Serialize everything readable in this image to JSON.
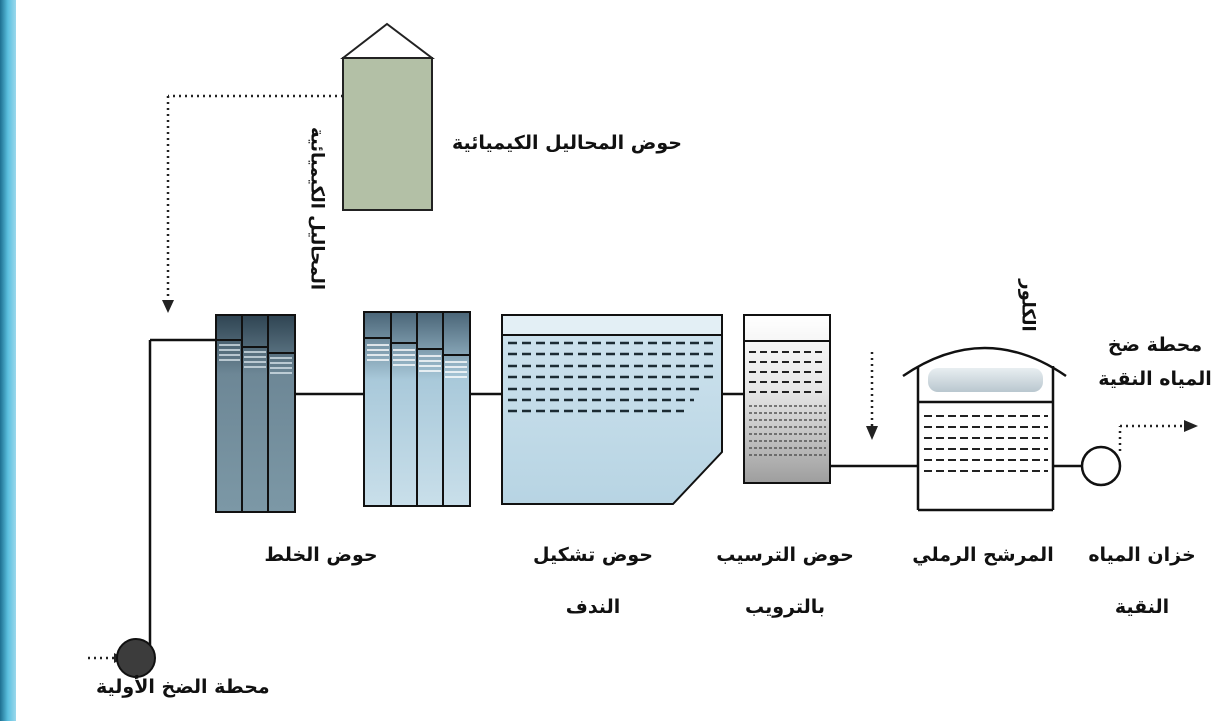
{
  "labels": {
    "chemical_tank": "حوض المحاليل الكيميائية",
    "chemical_solutions": "المحاليل الكيميائية",
    "mixing_basin": "حوض الخلط",
    "flocculation_line1": "حوض تشكيل",
    "flocculation_line2": "الندف",
    "sedimentation_line1": "حوض الترسيب",
    "sedimentation_line2": "بالترويب",
    "sand_filter": "المرشح الرملي",
    "chlorine": "الكلور",
    "clean_tank_line1": "خزان المياه",
    "clean_tank_line2": "النقية",
    "clean_pump_line1": "محطة ضخ",
    "clean_pump_line2": "المياه النقية",
    "primary_pump": "محطة الضخ الأولية"
  },
  "colors": {
    "left_stripe": "#3a9fc2",
    "chem_tank": "#b3c0a6",
    "mixing_basin": "#4f6b7a",
    "flocculation_column": "#9cc0d4",
    "water_light": "#d3e7f1",
    "sed_gray": "#c4c4c4",
    "pump": "#3c3c3c"
  }
}
